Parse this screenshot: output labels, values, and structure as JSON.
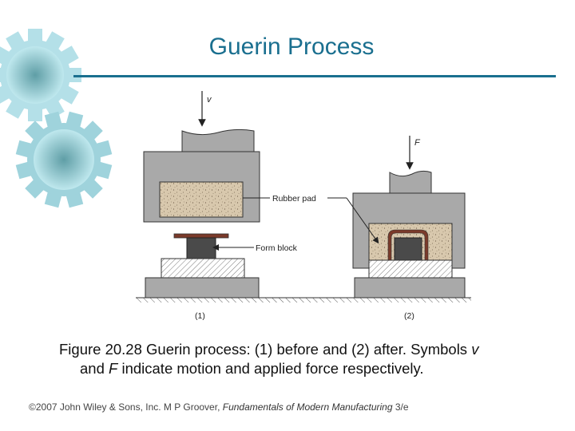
{
  "slide": {
    "title": "Guerin Process"
  },
  "figure": {
    "label_v": "v",
    "label_F": "F",
    "label_rubber_pad": "Rubber pad",
    "label_form_block": "Form block",
    "label_stage1": "(1)",
    "label_stage2": "(2)"
  },
  "caption": {
    "line1_prefix": "Figure 20.28  Guerin process: (1) before and (2) after. Symbols ",
    "line1_v": "v",
    "line2_prefix": "and ",
    "line2_F": "F",
    "line2_rest": " indicate motion and applied force respectively."
  },
  "footer": {
    "copyright": "©2007 John Wiley & Sons, Inc.  M P Groover, ",
    "book_title": "Fundamentals of Modern Manufacturing",
    "edition": " 3/e"
  },
  "colors": {
    "accent": "#1a6f8f",
    "press_gray": "#a9a9a9",
    "rubber_pad": "#d8c8ad",
    "form_block": "#4a4a4a",
    "sheet": "#7a3a2a",
    "gear": "#a8d7e0"
  }
}
